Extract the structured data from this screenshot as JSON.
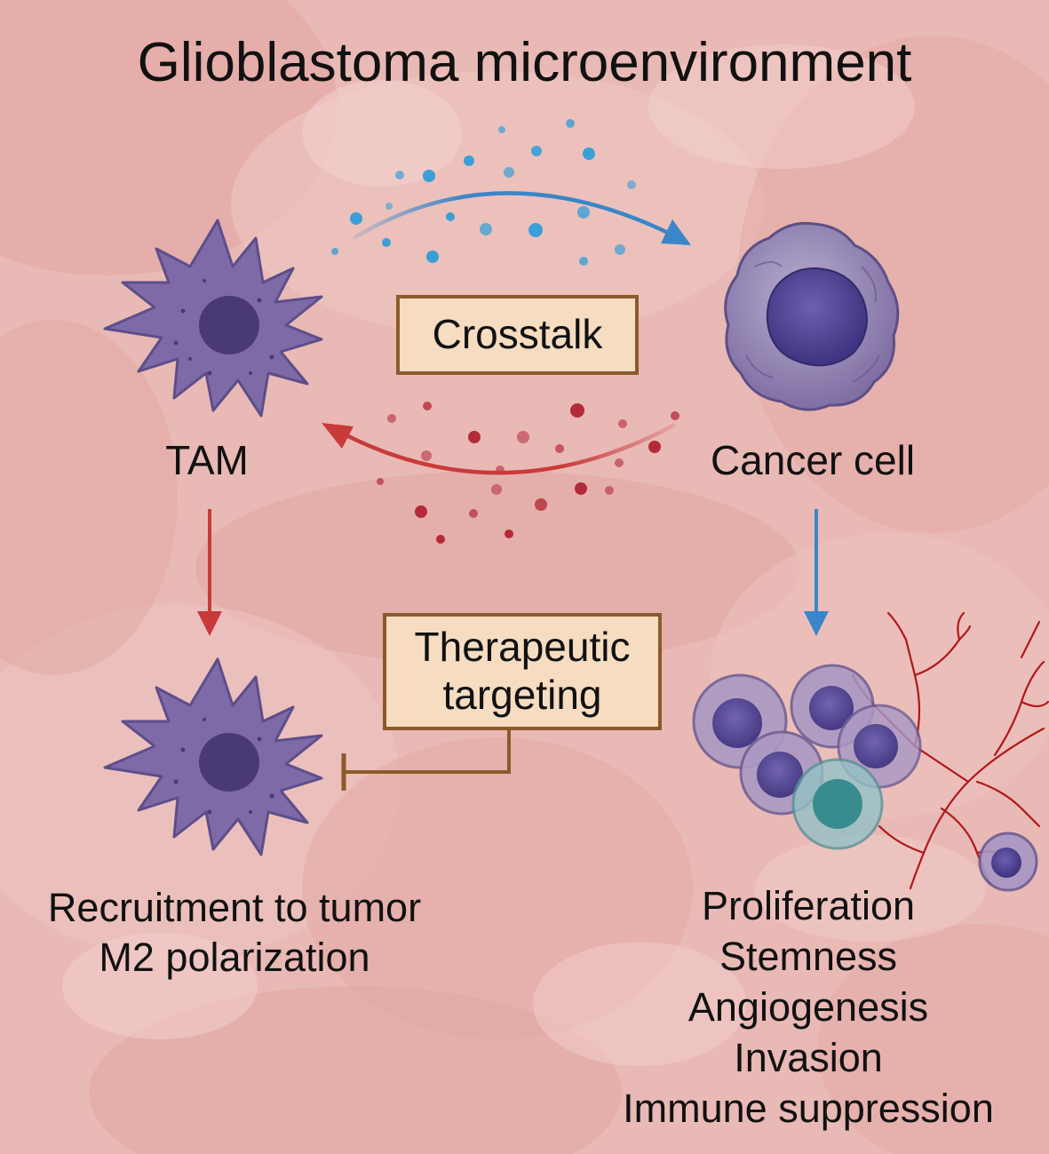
{
  "title": "Glioblastoma microenvironment",
  "crosstalk_label": "Crosstalk",
  "therapeutic_label_line1": "Therapeutic",
  "therapeutic_label_line2": "targeting",
  "tam_label": "TAM",
  "cancer_label": "Cancer cell",
  "tam_effects": [
    "Recruitment to tumor",
    "M2 polarization"
  ],
  "cancer_effects": [
    "Proliferation",
    "Stemness",
    "Angiogenesis",
    "Invasion",
    "Immune suppression"
  ],
  "icons": [
    "tam-macrophage-icon",
    "cancer-cell-icon",
    "tumor-cluster-icon",
    "blood-vessel-icon"
  ],
  "colors": {
    "background": "#e9b9b5",
    "tam": "#7f6aa8",
    "nucleus": "#4a3a73",
    "cancer_cell": "#9a8ab5",
    "to_cancer_arrow": "#3a86c8",
    "to_tam_arrow": "#c93a3a",
    "inhibit_line": "#8b5a2b",
    "label_box": "#f6dcc0",
    "vessel": "#b01818"
  }
}
